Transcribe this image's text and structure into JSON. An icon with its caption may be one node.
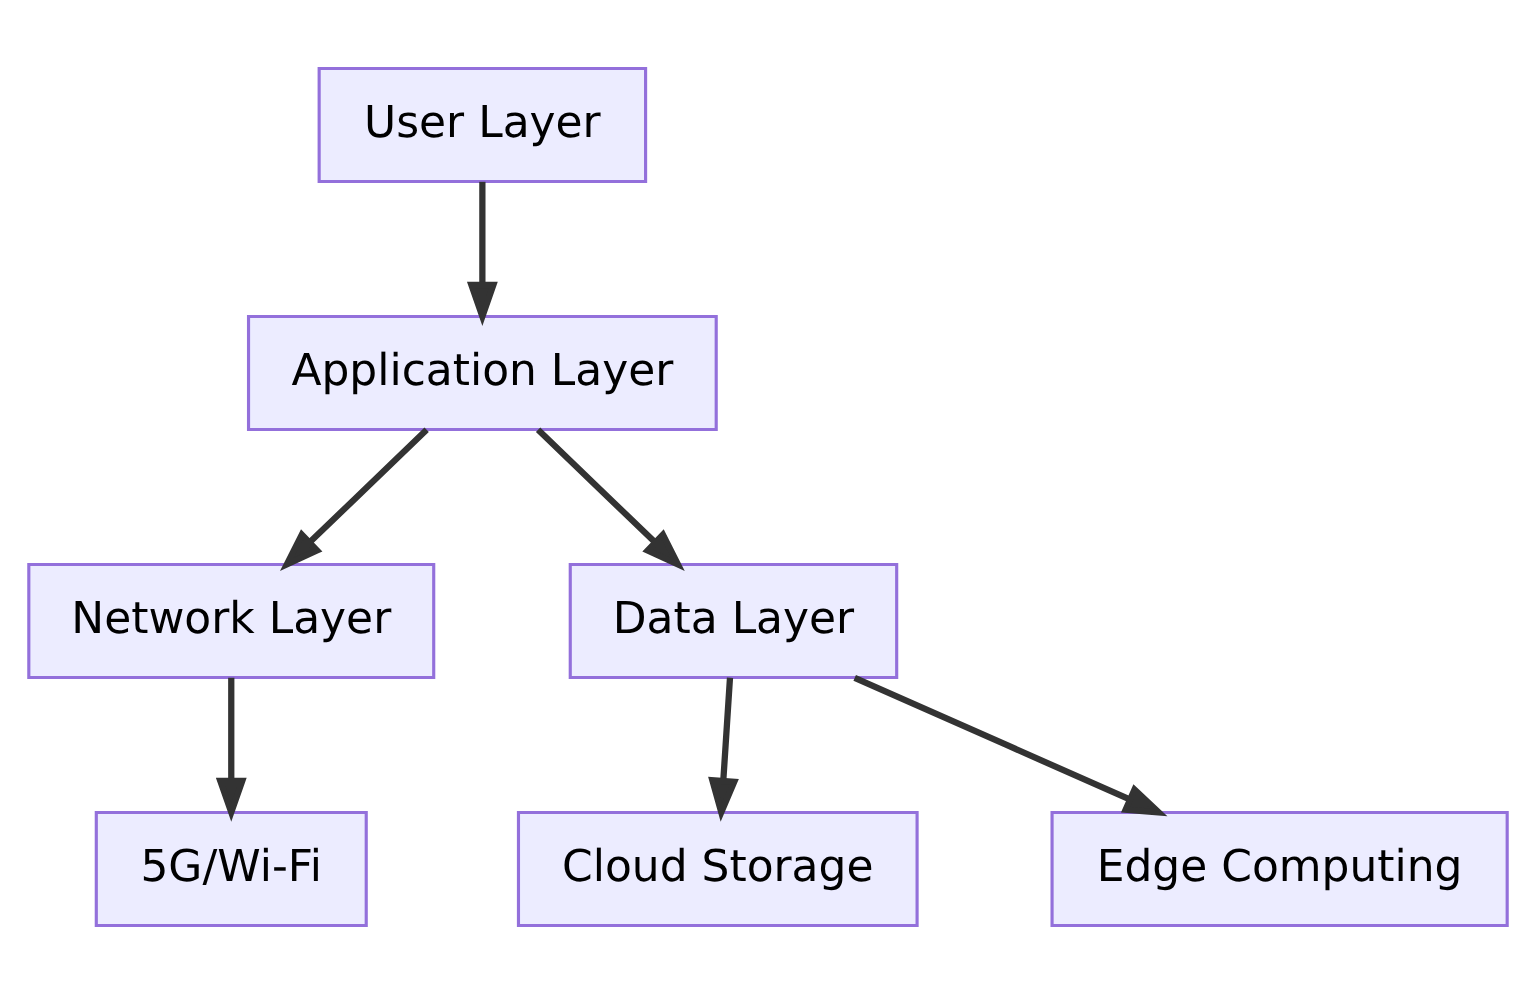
{
  "diagram": {
    "nodes": [
      {
        "text": [
          "User Layer"
        ]
      },
      {
        "text": [
          "Application Layer"
        ]
      },
      {
        "text": [
          "Network Layer"
        ]
      },
      {
        "text": [
          "Data Layer"
        ]
      },
      {
        "text": [
          "5G/Wi-Fi"
        ]
      },
      {
        "text": [
          "Cloud Storage"
        ]
      },
      {
        "text": [
          "Edge Computing"
        ]
      }
    ],
    "edges": [
      {
        "from": 0,
        "to": 1,
        "arrow": "to"
      },
      {
        "from": 1,
        "to": 2,
        "arrow": "to"
      },
      {
        "from": 1,
        "to": 3,
        "arrow": "to"
      },
      {
        "from": 2,
        "to": 4,
        "arrow": "to"
      },
      {
        "from": 3,
        "to": 5,
        "arrow": "to"
      },
      {
        "from": 3,
        "to": 6,
        "arrow": "to"
      }
    ]
  }
}
